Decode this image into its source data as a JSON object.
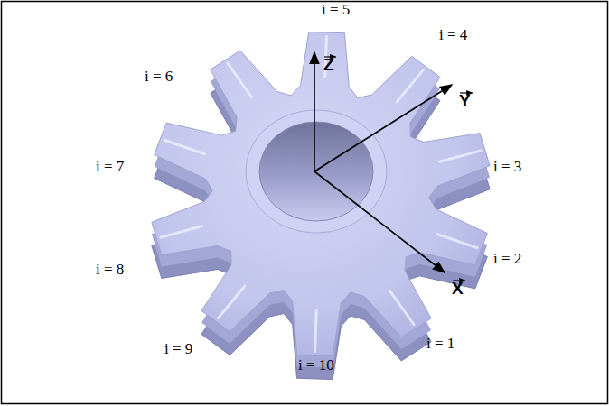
{
  "diagram": {
    "labels": [
      "i = 5",
      "Z",
      "i = 4",
      "i = 6",
      "Y",
      "i = 3",
      "i = 7",
      "i = 2",
      "i = 8",
      "X",
      "i = 1",
      "i = 9",
      "i = 10"
    ]
  }
}
